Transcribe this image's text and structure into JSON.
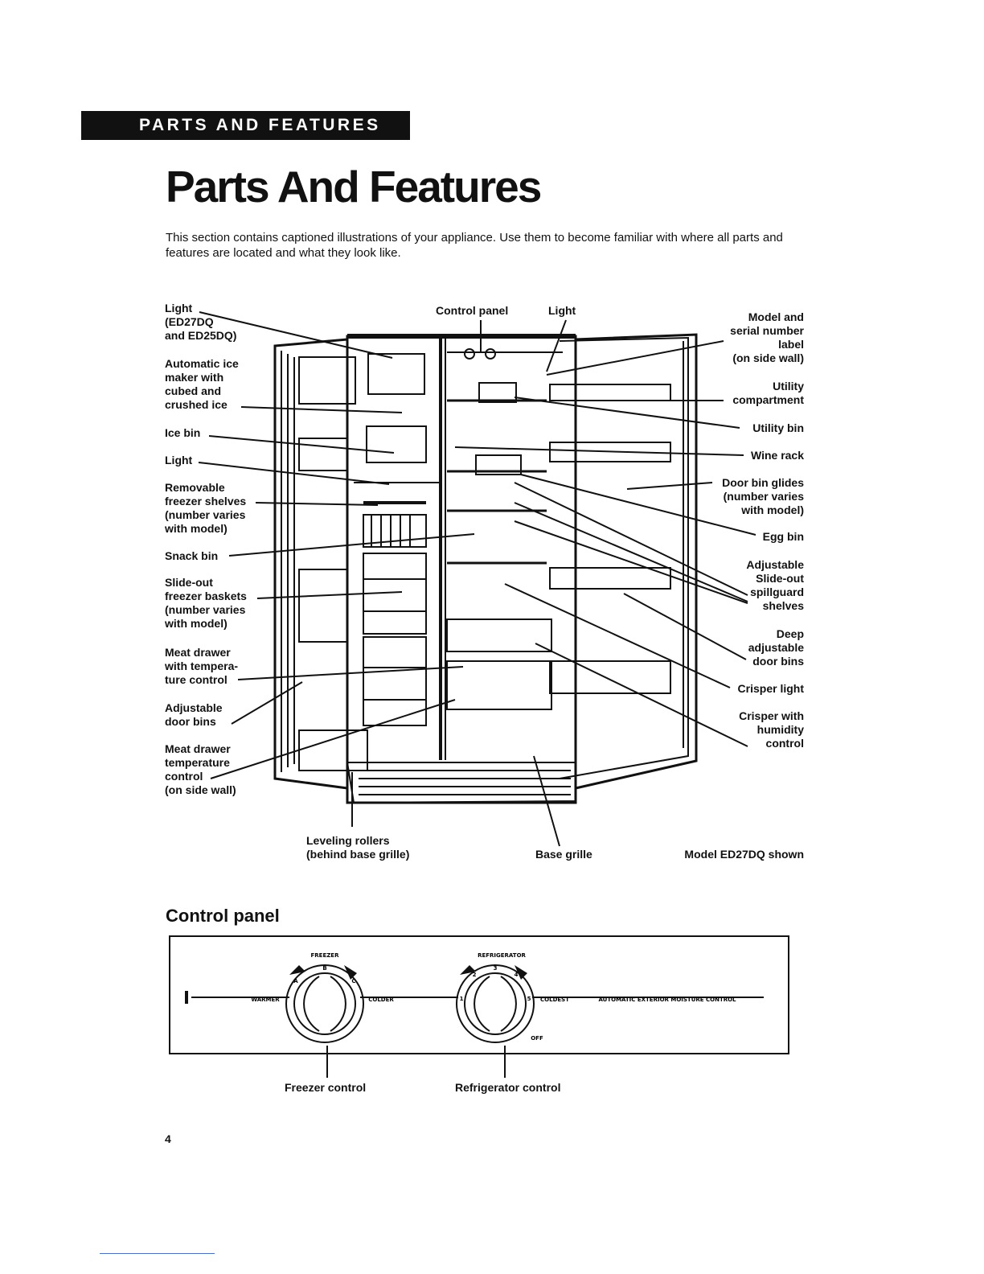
{
  "header": {
    "tab_label": "PARTS AND FEATURES"
  },
  "page_title": "Parts And Features",
  "intro_text": "This section contains captioned illustrations of your appliance. Use them to become familiar with where all parts and features are located and what they look like.",
  "diagram": {
    "left_labels": {
      "light_top": "Light\n(ED27DQ\nand ED25DQ)",
      "ice_maker": "Automatic ice\nmaker with\ncubed and\ncrushed ice",
      "ice_bin": "Ice bin",
      "light_freezer": "Light",
      "freezer_shelves": "Removable\nfreezer shelves\n(number varies\nwith model)",
      "snack_bin": "Snack bin",
      "baskets": "Slide-out\nfreezer baskets\n(number varies\nwith model)",
      "meat_drawer": "Meat drawer\nwith tempera-\nture control",
      "door_bins": "Adjustable\ndoor bins",
      "meat_temp": "Meat drawer\ntemperature\ncontrol\n(on side wall)"
    },
    "top_labels": {
      "control_panel": "Control panel",
      "light": "Light"
    },
    "right_labels": {
      "model_serial": "Model and\nserial number\nlabel\n(on side wall)",
      "utility_compartment": "Utility\ncompartment",
      "utility_bin": "Utility bin",
      "wine_rack": "Wine rack",
      "door_bin_glides": "Door bin glides\n(number varies\nwith model)",
      "egg_bin": "Egg bin",
      "spillguard": "Adjustable\nSlide-out\nspillguard\nshelves",
      "deep_bins": "Deep\nadjustable\ndoor bins",
      "crisper_light": "Crisper light",
      "crisper_humidity": "Crisper with\nhumidity\ncontrol"
    },
    "bottom_labels": {
      "leveling": "Leveling rollers\n(behind base grille)",
      "base_grille": "Base grille",
      "model_shown": "Model ED27DQ shown"
    }
  },
  "control_panel_section": {
    "title": "Control panel",
    "freezer_label": "FREEZER",
    "refrigerator_label": "REFRIGERATOR",
    "warmer": "WARMER",
    "colder": "COLDER",
    "coldest": "COLDEST",
    "off": "OFF",
    "moisture": "AUTOMATIC EXTERIOR MOISTURE CONTROL",
    "freezer_dial_marks": [
      "A",
      "B",
      "C"
    ],
    "fridge_dial_marks": [
      "1",
      "2",
      "3",
      "4",
      "5"
    ],
    "freezer_caption": "Freezer control",
    "refrigerator_caption": "Refrigerator control"
  },
  "page_number": "4"
}
